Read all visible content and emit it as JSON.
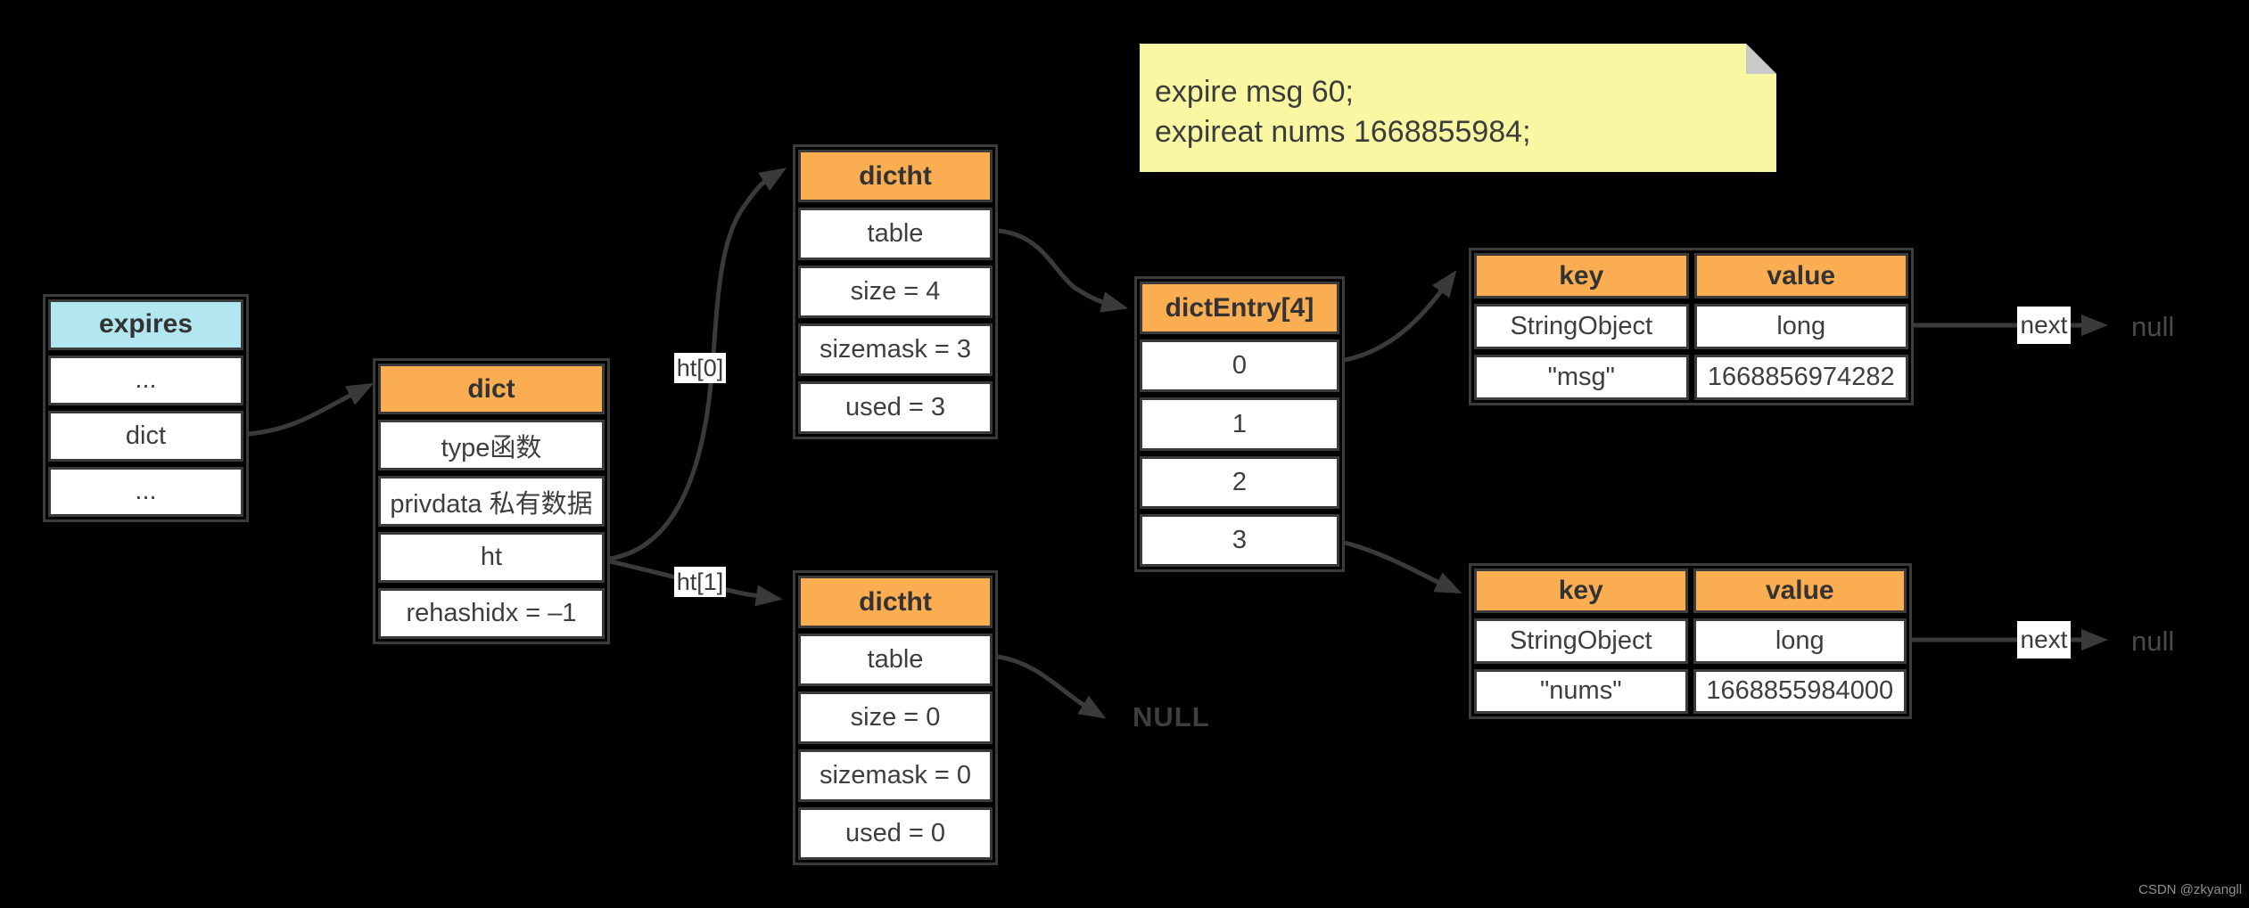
{
  "note": {
    "lines": [
      "expire msg 60;",
      "expireat nums 1668855984;"
    ]
  },
  "tables": {
    "expires": {
      "header": "expires",
      "rows": [
        "...",
        "dict",
        "..."
      ]
    },
    "dict": {
      "header": "dict",
      "rows": [
        "type函数",
        "privdata 私有数据",
        "ht",
        "rehashidx = –1"
      ]
    },
    "dictht0": {
      "header": "dictht",
      "rows": [
        "table",
        "size = 4",
        "sizemask = 3",
        "used = 3"
      ]
    },
    "dictht1": {
      "header": "dictht",
      "rows": [
        "table",
        "size = 0",
        "sizemask = 0",
        "used = 0"
      ]
    },
    "dictEntry": {
      "header": "dictEntry[4]",
      "rows": [
        "0",
        "1",
        "2",
        "3"
      ]
    },
    "kv0": {
      "headers": [
        "key",
        "value"
      ],
      "rows": [
        [
          "StringObject",
          "long"
        ],
        [
          "\"msg\"",
          "1668856974282"
        ]
      ]
    },
    "kv1": {
      "headers": [
        "key",
        "value"
      ],
      "rows": [
        [
          "StringObject",
          "long"
        ],
        [
          "\"nums\"",
          "1668855984000"
        ]
      ]
    }
  },
  "labels": {
    "ht0": "ht[0]",
    "ht1": "ht[1]",
    "next_top": "next",
    "next_bottom": "next",
    "null_top": "null",
    "null_bottom": "null",
    "null_caps": "NULL"
  },
  "watermark": "CSDN @zkyangll",
  "colors": {
    "background": "#000000",
    "header_orange": "#FBAE51",
    "header_cyan": "#B2E6F0",
    "note_yellow": "#FAF7A3",
    "note_fold_gray": "#C9C9C9",
    "border_dark": "#3B3B3B",
    "arrow": "#3A3A3A",
    "cell_text": "#3E3E3E",
    "null_gray": "#4A4A4A",
    "watermark_gray": "#909090"
  }
}
